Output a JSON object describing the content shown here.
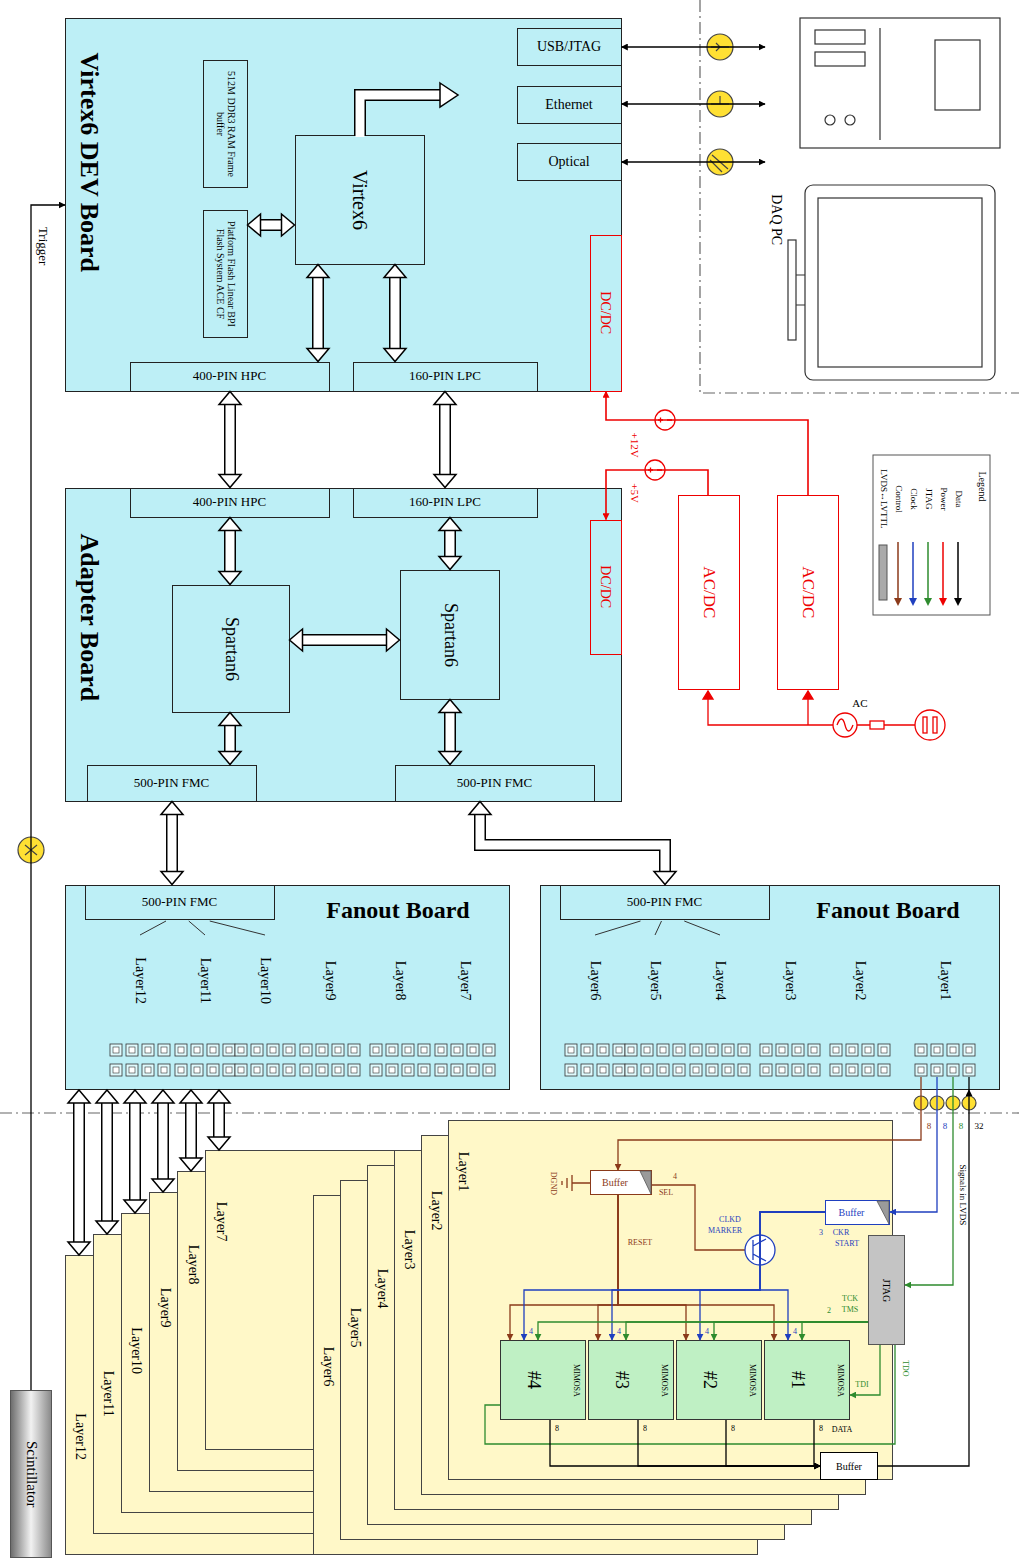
{
  "diagram": {
    "nodes": [
      {
        "text": [
          "Virtex6 DEV Board"
        ]
      },
      {
        "text": [
          "512M DDR3 RAM Frame buffer"
        ],
        "in": 0
      },
      {
        "text": [
          "Platform Flash Linear BPI Flash System ACE CF"
        ],
        "in": 0
      },
      {
        "text": [
          "Virtex6"
        ],
        "in": 0
      },
      {
        "text": [
          "USB/JTAG"
        ],
        "in": 0
      },
      {
        "text": [
          "Ethernet"
        ],
        "in": 0
      },
      {
        "text": [
          "Optical"
        ],
        "in": 0
      },
      {
        "text": [
          "DC/DC"
        ],
        "in": 0
      },
      {
        "text": [
          "400-PIN HPC"
        ],
        "in": 0
      },
      {
        "text": [
          "160-PIN LPC"
        ],
        "in": 0
      },
      {
        "text": [
          "DAQ PC"
        ]
      },
      {
        "text": [
          "Adapter Board"
        ]
      },
      {
        "text": [
          "400-PIN HPC"
        ],
        "in": 11
      },
      {
        "text": [
          "160-PIN LPC"
        ],
        "in": 11
      },
      {
        "text": [
          "Spartan6"
        ],
        "in": 11
      },
      {
        "text": [
          "Spartan6"
        ],
        "in": 11
      },
      {
        "text": [
          "DC/DC"
        ],
        "in": 11
      },
      {
        "text": [
          "500-PIN FMC"
        ],
        "in": 11
      },
      {
        "text": [
          "500-PIN FMC"
        ],
        "in": 11
      },
      {
        "text": [
          "AC/DC"
        ]
      },
      {
        "text": [
          "AC/DC"
        ]
      },
      {
        "text": [
          "Fanout Board"
        ]
      },
      {
        "text": [
          "500-PIN FMC"
        ],
        "in": 21
      },
      {
        "text": [
          "Fanout Board"
        ]
      },
      {
        "text": [
          "500-PIN FMC"
        ],
        "in": 23
      },
      {
        "text": [
          "Layer1"
        ]
      },
      {
        "text": [
          "Buffer"
        ],
        "in": 25
      },
      {
        "text": [
          "Buffer"
        ],
        "in": 25
      },
      {
        "text": [
          "JTAG"
        ],
        "in": 25
      },
      {
        "text": [
          "MIMOSA",
          "#4"
        ],
        "in": 25
      },
      {
        "text": [
          "MIMOSA",
          "#3"
        ],
        "in": 25
      },
      {
        "text": [
          "MIMOSA",
          "#2"
        ],
        "in": 25
      },
      {
        "text": [
          "MIMOSA",
          "#1"
        ],
        "in": 25
      },
      {
        "text": [
          "Buffer"
        ],
        "in": 25
      },
      {
        "text": [
          "Layer2"
        ]
      },
      {
        "text": [
          "Layer3"
        ]
      },
      {
        "text": [
          "Layer4"
        ]
      },
      {
        "text": [
          "Layer5"
        ]
      },
      {
        "text": [
          "Layer6"
        ]
      },
      {
        "text": [
          "Layer7"
        ]
      },
      {
        "text": [
          "Layer8"
        ]
      },
      {
        "text": [
          "Layer9"
        ]
      },
      {
        "text": [
          "Layer10"
        ]
      },
      {
        "text": [
          "Layer11"
        ]
      },
      {
        "text": [
          "Layer12"
        ]
      },
      {
        "text": [
          "Scintillator"
        ]
      }
    ],
    "edges": [
      {
        "from": 3,
        "to": 8,
        "arrow": "both"
      },
      {
        "from": 3,
        "to": 9,
        "arrow": "both"
      },
      {
        "from": 2,
        "to": 3,
        "arrow": "both"
      },
      {
        "from": 4,
        "to": 10,
        "arrow": "both"
      },
      {
        "from": 5,
        "to": 10,
        "arrow": "both"
      },
      {
        "from": 6,
        "to": 10,
        "arrow": "both"
      },
      {
        "from": 8,
        "to": 12,
        "arrow": "both"
      },
      {
        "from": 9,
        "to": 13,
        "arrow": "both"
      },
      {
        "from": 12,
        "to": 14,
        "arrow": "both"
      },
      {
        "from": 13,
        "to": 15,
        "arrow": "both"
      },
      {
        "from": 14,
        "to": 15,
        "arrow": "both"
      },
      {
        "from": 14,
        "to": 17,
        "arrow": "both"
      },
      {
        "from": 15,
        "to": 18,
        "arrow": "both"
      },
      {
        "from": 17,
        "to": 22,
        "arrow": "both"
      },
      {
        "from": 18,
        "to": 24,
        "arrow": "both"
      },
      {
        "from": 20,
        "to": 7,
        "arrow": "to"
      },
      {
        "from": 19,
        "to": 16,
        "arrow": "to"
      },
      {
        "from": 45,
        "to": 0,
        "label": "Trigger",
        "arrow": "to"
      },
      {
        "from": 21,
        "to": 44,
        "arrow": "both"
      },
      {
        "from": 21,
        "to": 43,
        "arrow": "both"
      },
      {
        "from": 21,
        "to": 42,
        "arrow": "both"
      },
      {
        "from": 21,
        "to": 41,
        "arrow": "both"
      },
      {
        "from": 21,
        "to": 40,
        "arrow": "both"
      },
      {
        "from": 21,
        "to": 39,
        "arrow": "both"
      },
      {
        "from": 23,
        "to": 26,
        "arrow": "to"
      },
      {
        "from": 23,
        "to": 27,
        "arrow": "to"
      },
      {
        "from": 23,
        "to": 28,
        "arrow": "to"
      },
      {
        "from": 33,
        "to": 23,
        "arrow": "to"
      },
      {
        "from": 28,
        "to": 32,
        "label": "TDI",
        "arrow": "to"
      },
      {
        "from": 29,
        "to": 28,
        "label": "TDO",
        "arrow": "none"
      },
      {
        "from": 26,
        "to": 29,
        "arrow": "to"
      },
      {
        "from": 26,
        "to": 30,
        "arrow": "to"
      },
      {
        "from": 26,
        "to": 31,
        "arrow": "to"
      },
      {
        "from": 26,
        "to": 32,
        "arrow": "to"
      },
      {
        "from": 27,
        "to": 29,
        "arrow": "to"
      },
      {
        "from": 27,
        "to": 30,
        "arrow": "to"
      },
      {
        "from": 27,
        "to": 31,
        "arrow": "to"
      },
      {
        "from": 27,
        "to": 32,
        "arrow": "to"
      },
      {
        "from": 28,
        "to": 29,
        "arrow": "to"
      },
      {
        "from": 28,
        "to": 30,
        "arrow": "to"
      },
      {
        "from": 28,
        "to": 31,
        "arrow": "to"
      },
      {
        "from": 28,
        "to": 32,
        "arrow": "to"
      },
      {
        "from": 29,
        "to": 33,
        "arrow": "to"
      },
      {
        "from": 30,
        "to": 33,
        "arrow": "to"
      },
      {
        "from": 31,
        "to": 33,
        "arrow": "to"
      },
      {
        "from": 32,
        "to": 33,
        "arrow": "to"
      }
    ],
    "labels": [
      "+12V",
      "+5V",
      "AC",
      "Legend",
      "Layer12",
      "Layer11",
      "Layer10",
      "Layer9",
      "Layer8",
      "Layer7",
      "Layer6",
      "Layer5",
      "Layer4",
      "Layer3",
      "Layer2",
      "Layer1",
      "8",
      "8",
      "8",
      "32",
      "Signals in LVDS",
      "DGND",
      "RESET",
      "SEL",
      "4",
      "CLKD",
      "MARKER",
      "CKR",
      "START",
      "3",
      "4",
      "4",
      "4",
      "4",
      "TCK",
      "TMS",
      "2",
      "8",
      "8",
      "8",
      "8",
      "DATA"
    ],
    "legend": [
      {
        "text": "Data"
      },
      {
        "text": "Power"
      },
      {
        "text": "JTAG"
      },
      {
        "text": "Clock"
      },
      {
        "text": "Control"
      },
      {
        "text": "LVDS↔LVTTL"
      }
    ]
  }
}
